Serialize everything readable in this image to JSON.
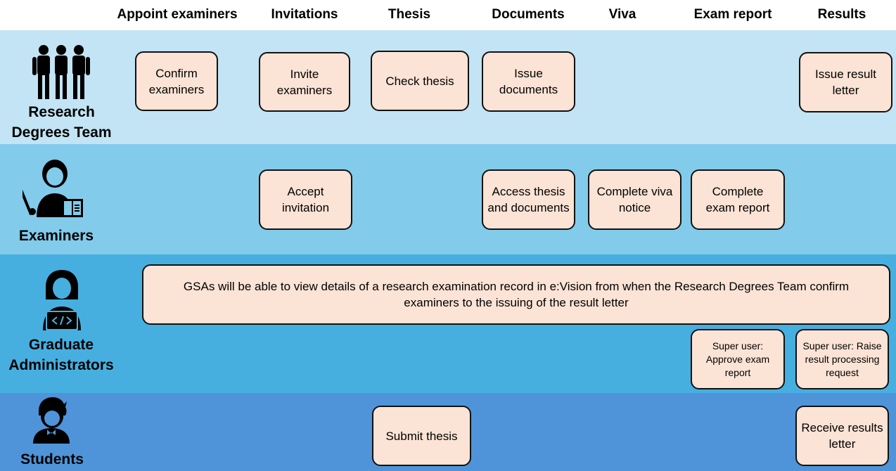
{
  "columns": [
    "Appoint examiners",
    "Invitations",
    "Thesis",
    "Documents",
    "Viva",
    "Exam report",
    "Results"
  ],
  "lanes": {
    "research_team": {
      "label_line1": "Research",
      "label_line2": "Degrees Team",
      "color": "#c2e4f4",
      "icon": "group-of-people-icon",
      "boxes": {
        "confirm": "Confirm examiners",
        "invite": "Invite examiners",
        "check": "Check thesis",
        "issue_docs": "Issue documents",
        "issue_result": "Issue result letter"
      }
    },
    "examiners": {
      "label": "Examiners",
      "color": "#82cbeb",
      "icon": "examiner-with-book-icon",
      "boxes": {
        "accept": "Accept invitation",
        "access": "Access thesis and documents",
        "viva": "Complete viva notice",
        "report": "Complete exam report"
      }
    },
    "gsa": {
      "label_line1": "Graduate",
      "label_line2": "Administrators",
      "color": "#47afe0",
      "icon": "administrator-at-laptop-icon",
      "boxes": {
        "banner": "GSAs will be able to view details of a research examination record in e:Vision from when the Research Degrees Team confirm examiners to the issuing of the result letter",
        "approve": "Super user: Approve exam report",
        "raise": "Super user: Raise result processing request"
      }
    },
    "students": {
      "label": "Students",
      "color": "#4f94d8",
      "icon": "student-icon",
      "boxes": {
        "submit": "Submit thesis",
        "receive": "Receive results letter"
      }
    }
  },
  "box_fill": "#fbe3d5"
}
